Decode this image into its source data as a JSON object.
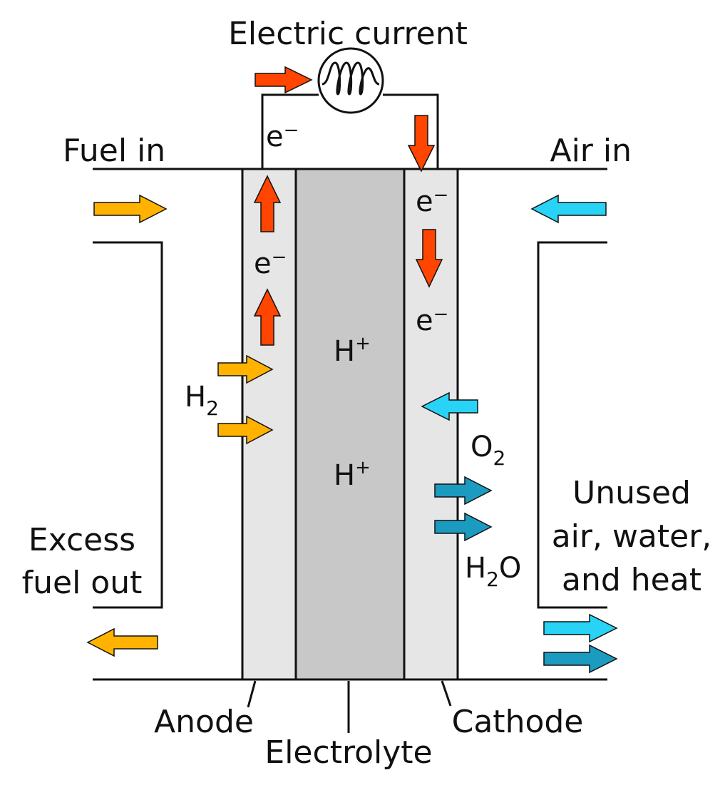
{
  "labels": {
    "electric_current": "Electric current",
    "fuel_in": "Fuel in",
    "air_in": "Air in",
    "electron": "e",
    "electron_charge": "−",
    "proton": "H",
    "proton_charge": "+",
    "hydrogen": "H",
    "hydrogen_sub": "2",
    "oxygen": "O",
    "oxygen_sub": "2",
    "water_h": "H",
    "water_sub": "2",
    "water_o": "O",
    "excess_line1": "Excess",
    "excess_line2": "fuel out",
    "unused_line1": "Unused",
    "unused_line2": "air, water,",
    "unused_line3": "and heat",
    "anode": "Anode",
    "electrolyte": "Electrolyte",
    "cathode": "Cathode"
  },
  "colors": {
    "electron_arrow": "#ff4500",
    "fuel_arrow": "#ffb300",
    "air_arrow": "#29d3f5",
    "water_arrow": "#1b9bbf",
    "electrode_fill": "#e6e6e6",
    "electrolyte_fill": "#c8c8c8",
    "line": "#111111"
  }
}
